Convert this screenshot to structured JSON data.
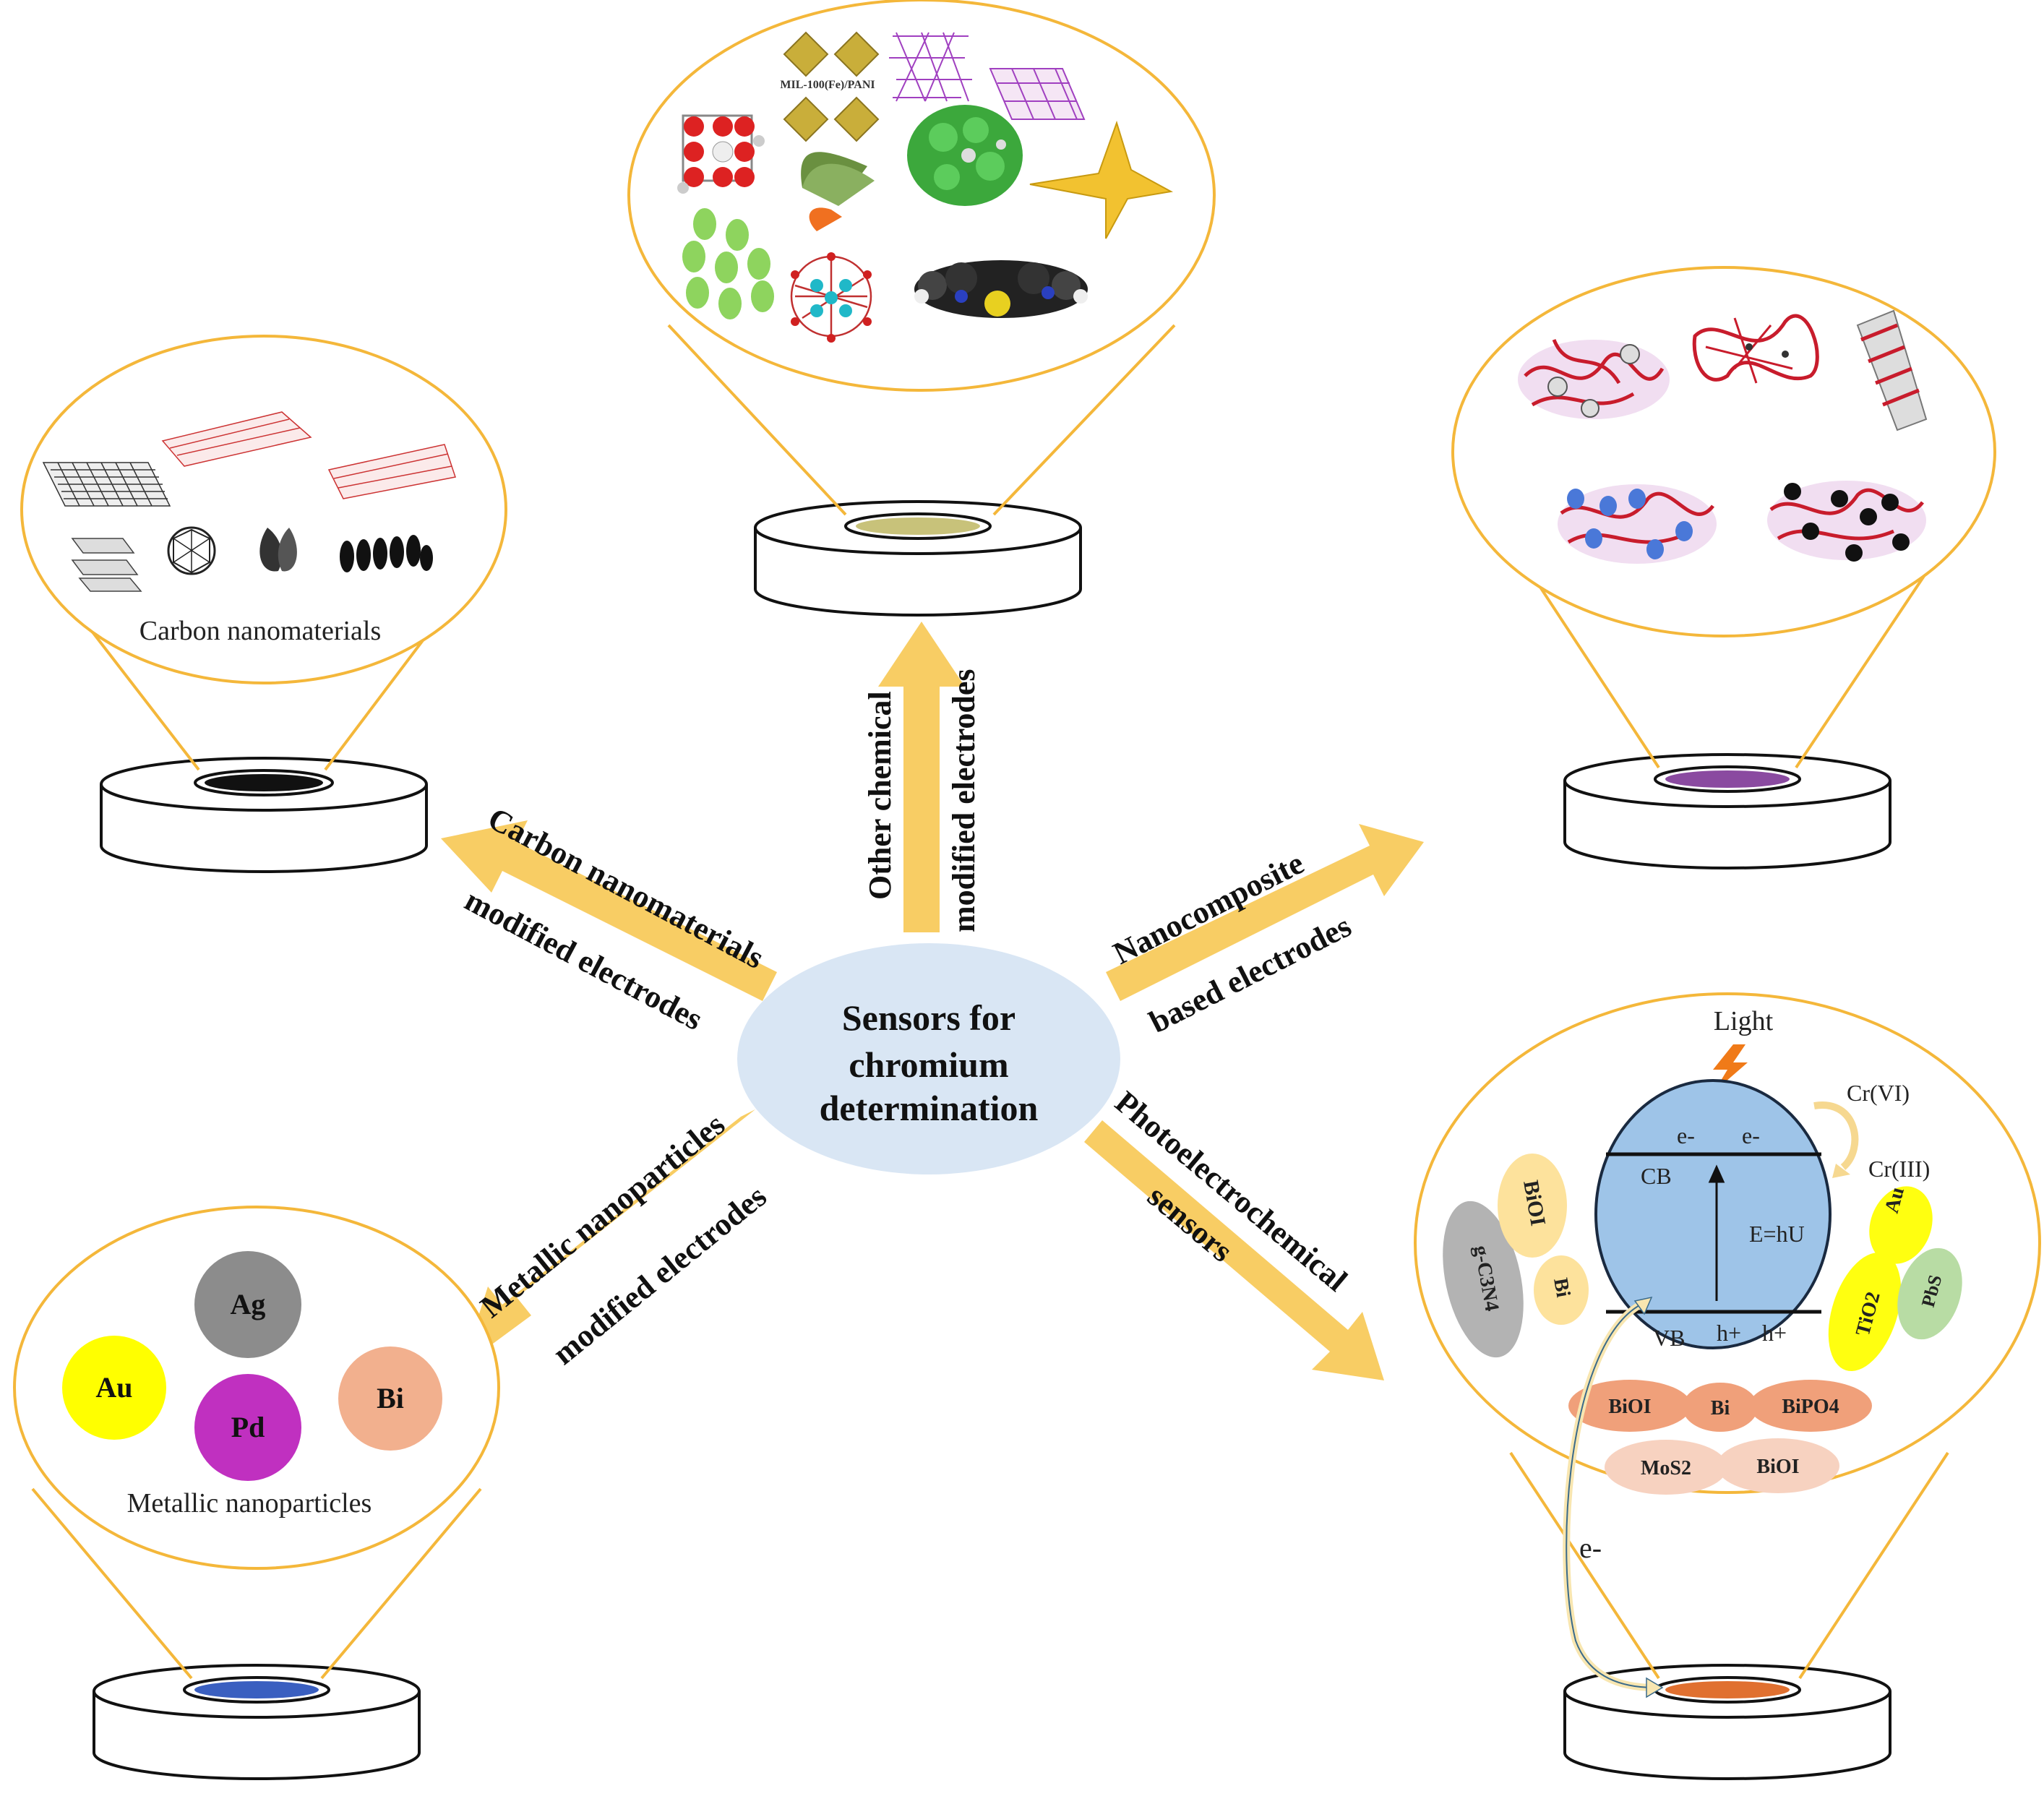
{
  "center": {
    "line1": "Sensors for",
    "line2": "chromium",
    "line3": "determination"
  },
  "arrows": {
    "carbon": {
      "line1": "Carbon nanomaterials",
      "line2": "modified electrodes"
    },
    "other": {
      "line1": "Other chemical",
      "line2": "modified electrodes"
    },
    "nanocomposite": {
      "line1": "Nanocomposite",
      "line2": "based electrodes"
    },
    "metallic": {
      "line1": "Metallic nanoparticles",
      "line2": "modified electrodes"
    },
    "photo": {
      "line1": "Photoelectrochemical",
      "line2": "sensors"
    }
  },
  "bubbles": {
    "carbon": {
      "caption": "Carbon nanomaterials"
    },
    "metallic": {
      "caption": "Metallic nanoparticles",
      "particles": [
        {
          "label": "Ag",
          "color": "#8c8c8c"
        },
        {
          "label": "Au",
          "color": "#ffff00"
        },
        {
          "label": "Pd",
          "color": "#c030c0"
        },
        {
          "label": "Bi",
          "color": "#f2b08e"
        }
      ]
    },
    "other": {
      "mof_label": "MIL-100(Fe)/PANI"
    },
    "photo": {
      "light": "Light",
      "electron": "e-",
      "hole": "h+",
      "cb": "CB",
      "vb": "VB",
      "energy": "E=hU",
      "cr6": "Cr(VI)",
      "cr3": "Cr(III)",
      "electrode_electron": "e-",
      "ellipses": {
        "bioi_left": "BiOI",
        "bi_left": "Bi",
        "gc3n4": "g-C3N4",
        "au": "Au",
        "tio2": "TiO2",
        "pbs": "PbS",
        "bioi_bottom": "BiOI",
        "bi_bottom": "Bi",
        "bipo4": "BiPO4",
        "mos2": "MoS2",
        "bioi_bottom2": "BiOI"
      }
    }
  },
  "colors": {
    "gold": "#f4b73a",
    "arrow": "#f8cd64",
    "center_fill": "#d9e6f4",
    "band_fill": "#9ec4e8"
  }
}
